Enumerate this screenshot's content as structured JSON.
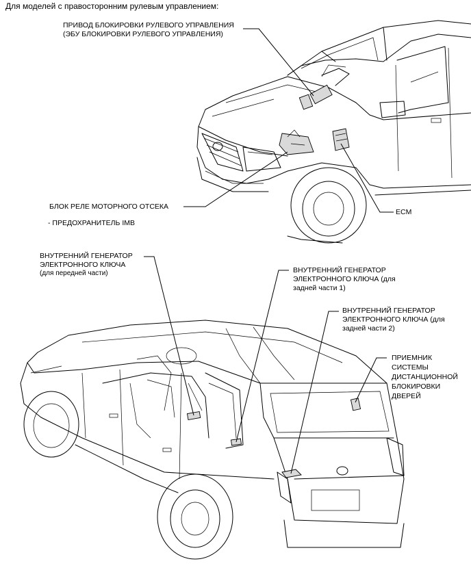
{
  "header": "Для моделей с правосторонним рулевым управлением:",
  "labels": {
    "steering_lock": "ПРИВОД БЛОКИРОВКИ РУЛЕВОГО УПРАВЛЕНИЯ",
    "steering_lock_ecu": "(ЭБУ БЛОКИРОВКИ РУЛЕВОГО УПРАВЛЕНИЯ)",
    "relay_block": "БЛОК РЕЛЕ МОТОРНОГО ОТСЕКА",
    "fuse_imb": "- ПРЕДОХРАНИТЕЛЬ IMB",
    "ecm": "ECM",
    "key_front_1": "ВНУТРЕННИЙ ГЕНЕРАТОР",
    "key_front_2": "ЭЛЕКТРОННОГО КЛЮЧА",
    "key_front_3": "(для передней части)",
    "key_rear1_1": "ВНУТРЕННИЙ ГЕНЕРАТОР",
    "key_rear1_2": "ЭЛЕКТРОННОГО КЛЮЧА (для",
    "key_rear1_3": "задней части 1)",
    "key_rear2_1": "ВНУТРЕННИЙ ГЕНЕРАТОР",
    "key_rear2_2": "ЭЛЕКТРОННОГО КЛЮЧА (для",
    "key_rear2_3": "задней части 2)",
    "receiver_1": "ПРИЕМНИК",
    "receiver_2": "СИСТЕМЫ",
    "receiver_3": "ДИСТАНЦИОННОЙ",
    "receiver_4": "БЛОКИРОВКИ",
    "receiver_5": "ДВЕРЕЙ"
  }
}
